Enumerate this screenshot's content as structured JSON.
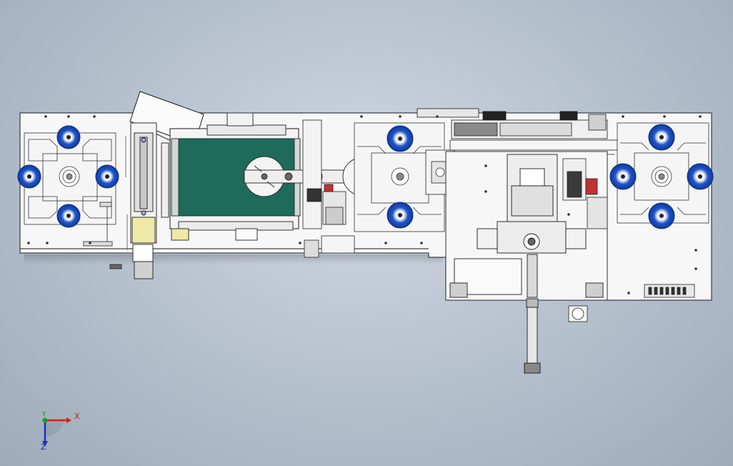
{
  "viewport": {
    "background": [
      "#cfd7e2",
      "#9eabba"
    ],
    "model_stroke": "#1a1a1a",
    "belt_color": "#1d6b58",
    "wheel_color": "#1f56c9",
    "cylinder_color": "#efe9a8"
  },
  "triad": {
    "x_label": "X",
    "y_label": "Y",
    "z_label": "Z",
    "x_color": "#d42020",
    "y_color": "#20a020",
    "z_color": "#2030c0"
  }
}
